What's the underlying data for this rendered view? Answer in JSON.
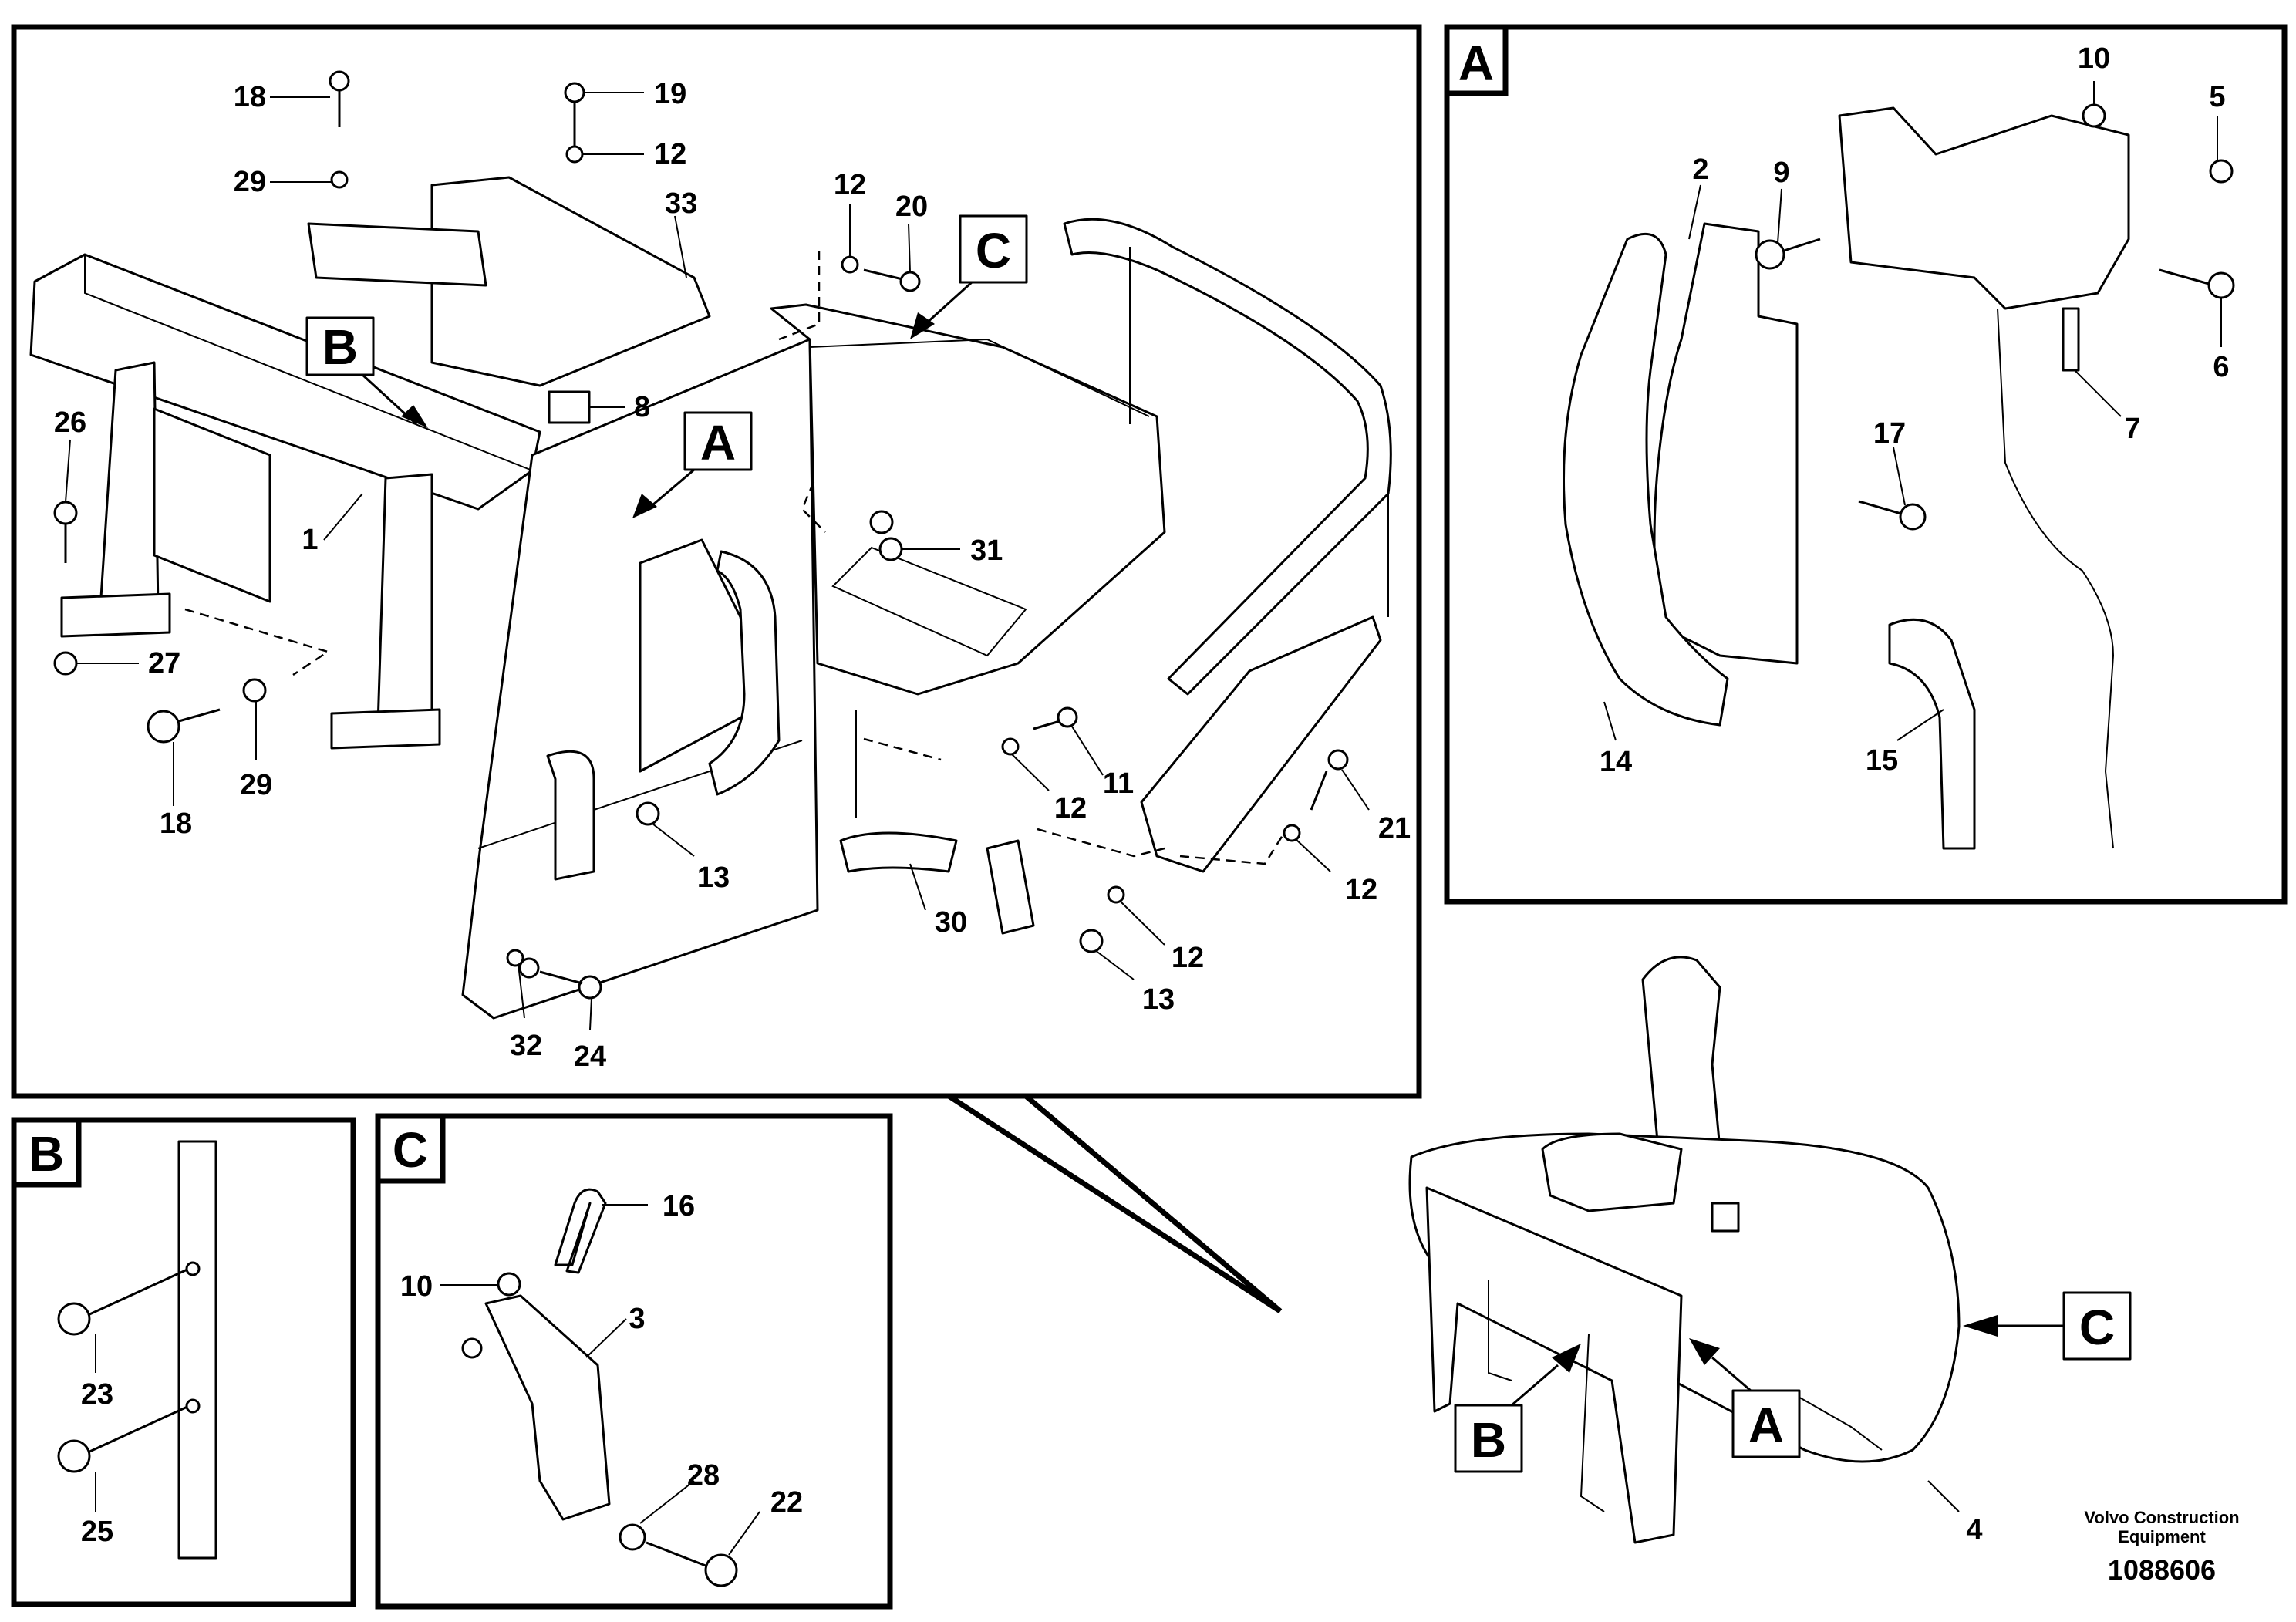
{
  "panels": {
    "a_label": "A",
    "b_label": "B",
    "c_label": "C"
  },
  "main_callouts": {
    "p18_top": "18",
    "p29_top": "29",
    "p19": "19",
    "p12_top": "12",
    "p33": "33",
    "p12_c": "12",
    "p20": "20",
    "p26": "26",
    "p8": "8",
    "p1": "1",
    "p27": "27",
    "p18_bottom": "18",
    "p29_bottom": "29",
    "p31": "31",
    "p11": "11",
    "p12_mid": "12",
    "p13_mid": "13",
    "p21": "21",
    "p12_right": "12",
    "p30": "30",
    "p12_low": "12",
    "p13_low": "13",
    "p32": "32",
    "p24": "24"
  },
  "letter_tags": {
    "b": "B",
    "c": "C",
    "a": "A"
  },
  "detail_a_callouts": {
    "p10": "10",
    "p5": "5",
    "p2": "2",
    "p9": "9",
    "p6": "6",
    "p7": "7",
    "p17": "17",
    "p14": "14",
    "p15": "15"
  },
  "detail_b_callouts": {
    "p23": "23",
    "p25": "25"
  },
  "detail_c_callouts": {
    "p16": "16",
    "p10": "10",
    "p3": "3",
    "p28": "28",
    "p22": "22"
  },
  "overview": {
    "tag_c": "C",
    "tag_b": "B",
    "tag_a": "A",
    "p4": "4"
  },
  "footer": {
    "company_line1": "Volvo Construction",
    "company_line2": "Equipment",
    "doc_number": "1088606"
  }
}
